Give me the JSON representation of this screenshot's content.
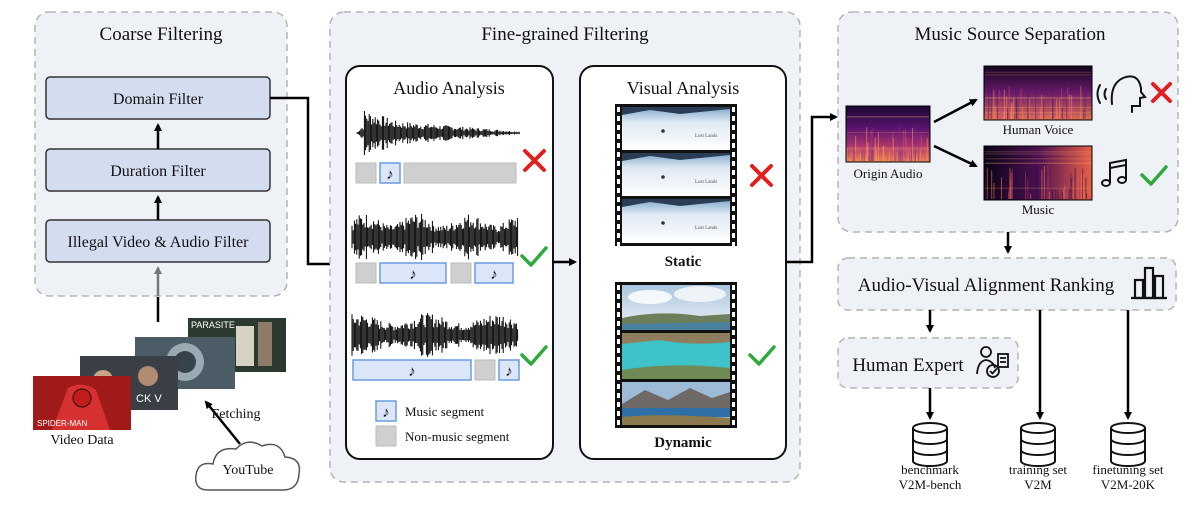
{
  "coarse": {
    "title": "Coarse Filtering",
    "filters": [
      "Domain Filter",
      "Duration Filter",
      "Illegal Video & Audio Filter"
    ]
  },
  "source": {
    "video_data_label": "Video Data",
    "fetching_label": "Fetching",
    "youtube_label": "YouTube",
    "thumbnail_texts": [
      "SPIDER-MAN",
      "CK V",
      "PARASITE"
    ]
  },
  "fine": {
    "title": "Fine-grained Filtering",
    "audio_analysis": {
      "title": "Audio Analysis",
      "legend_music": "Music segment",
      "legend_nonmusic": "Non-music segment"
    },
    "visual_analysis": {
      "title": "Visual Analysis",
      "static_label": "Static",
      "dynamic_label": "Dynamic",
      "static_frame_caption": "Lost Lands"
    }
  },
  "separation": {
    "title": "Music Source Separation",
    "origin_label": "Origin Audio",
    "voice_label": "Human Voice",
    "music_label": "Music"
  },
  "ranking": {
    "title": "Audio-Visual Alignment Ranking"
  },
  "expert": {
    "title": "Human Expert"
  },
  "datasets": [
    {
      "line1": "benchmark",
      "line2": "V2M-bench"
    },
    {
      "line1": "training set",
      "line2": "V2M"
    },
    {
      "line1": "finetuning set",
      "line2": "V2M-20K"
    }
  ],
  "colors": {
    "panel_fill": "#eef1f6",
    "panel_border": "#b5b5b5",
    "filter_fill": "#d4dcef",
    "music_segment_fill": "#dbe6f8",
    "music_segment_border": "#6d9be0",
    "nonmusic_segment_fill": "#cfcfcf",
    "reject_red": "#e02020",
    "accept_green": "#2eaa3c"
  }
}
